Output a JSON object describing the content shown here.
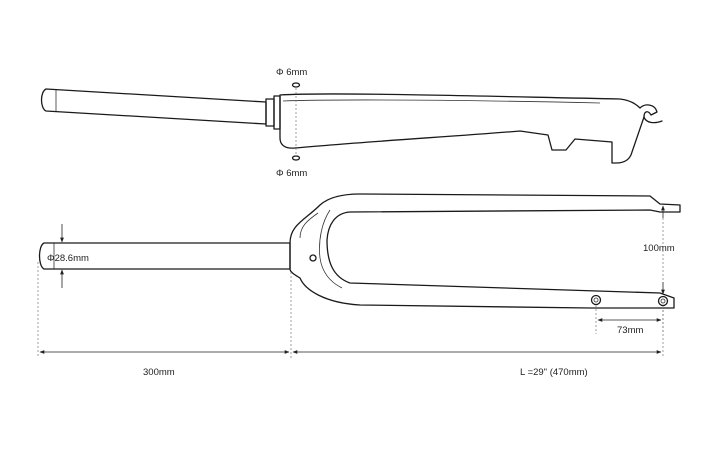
{
  "labels": {
    "dropout_diameter_top": "Φ 6mm",
    "dropout_diameter_bottom": "Φ 6mm",
    "steerer_diameter": "Φ28.6mm",
    "blade_spacing": "100mm",
    "disc_mount_spacing": "73mm",
    "steerer_length": "300mm",
    "fork_length": "L =29\"  (470mm)"
  }
}
